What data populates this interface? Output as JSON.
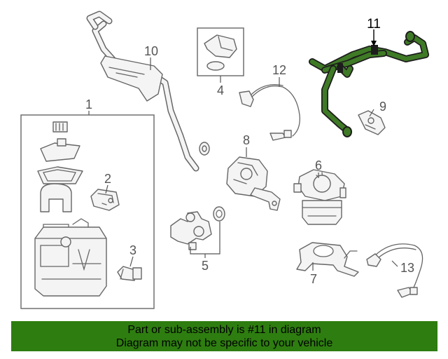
{
  "diagram": {
    "callouts": {
      "c1": "1",
      "c2": "2",
      "c3": "3",
      "c4": "4",
      "c5": "5",
      "c6": "6",
      "c7": "7",
      "c8": "8",
      "c9": "9",
      "c10": "10",
      "c11": "11",
      "c12": "12",
      "c13": "13"
    },
    "highlight_color": "#3f7a26"
  },
  "banner": {
    "line1": "Part or sub-assembly is #11 in diagram",
    "line2": "Diagram may not be specific to your vehicle",
    "background": "#2e7d10"
  }
}
